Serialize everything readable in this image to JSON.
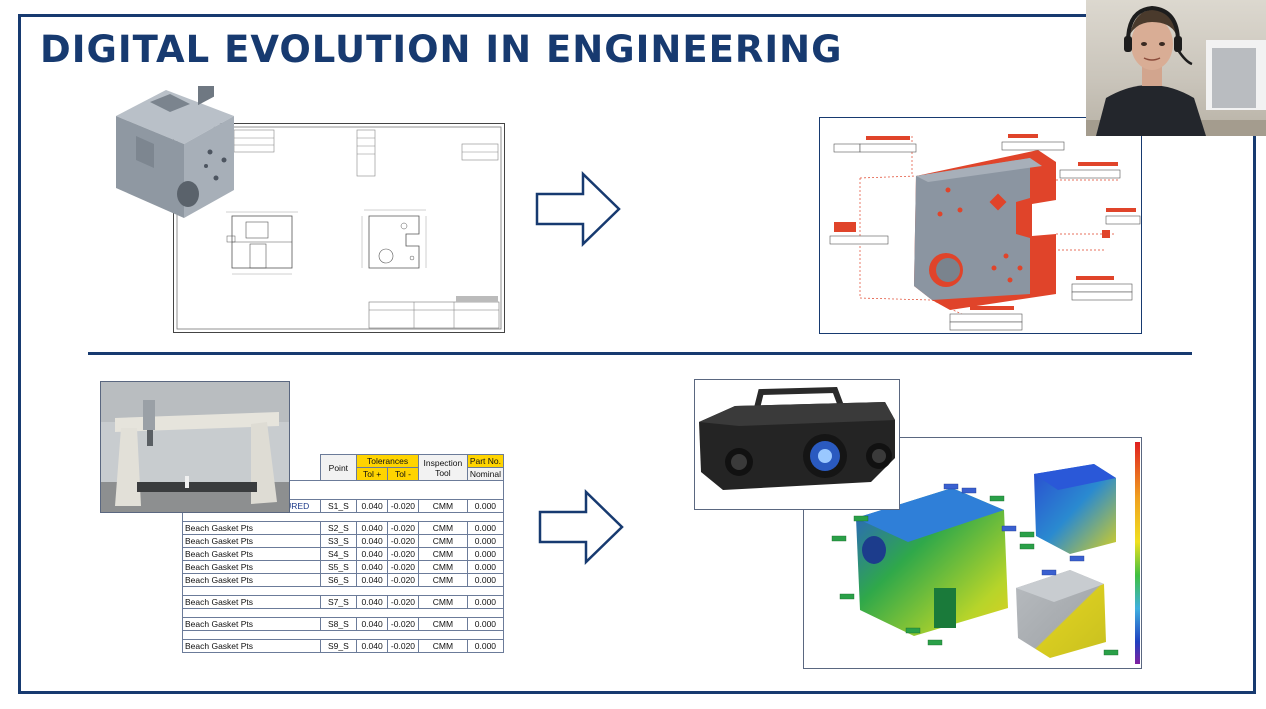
{
  "slide": {
    "title": "DIGITAL EVOLUTION IN ENGINEERING"
  },
  "table": {
    "headers": {
      "point": "Point",
      "tolerances": "Tolerances",
      "tol_plus": "Tol +",
      "tol_minus": "Tol -",
      "inspection_tool": "Inspection Tool",
      "part_no": "Part No.",
      "nominal": "Nominal"
    },
    "rows": [
      {
        "label": "SURFACE POINTS - FIXTURED",
        "point": "S1_S",
        "tol_plus": "0.040",
        "tol_minus": "-0.020",
        "tool": "CMM",
        "nominal": "0.000"
      },
      {
        "label": "Beach Gasket Pts",
        "point": "S2_S",
        "tol_plus": "0.040",
        "tol_minus": "-0.020",
        "tool": "CMM",
        "nominal": "0.000"
      },
      {
        "label": "Beach Gasket Pts",
        "point": "S3_S",
        "tol_plus": "0.040",
        "tol_minus": "-0.020",
        "tool": "CMM",
        "nominal": "0.000"
      },
      {
        "label": "Beach Gasket Pts",
        "point": "S4_S",
        "tol_plus": "0.040",
        "tol_minus": "-0.020",
        "tool": "CMM",
        "nominal": "0.000"
      },
      {
        "label": "Beach Gasket Pts",
        "point": "S5_S",
        "tol_plus": "0.040",
        "tol_minus": "-0.020",
        "tool": "CMM",
        "nominal": "0.000"
      },
      {
        "label": "Beach Gasket Pts",
        "point": "S6_S",
        "tol_plus": "0.040",
        "tol_minus": "-0.020",
        "tool": "CMM",
        "nominal": "0.000"
      },
      {
        "label": "Beach Gasket Pts",
        "point": "S7_S",
        "tol_plus": "0.040",
        "tol_minus": "-0.020",
        "tool": "CMM",
        "nominal": "0.000"
      },
      {
        "label": "Beach Gasket Pts",
        "point": "S8_S",
        "tol_plus": "0.040",
        "tol_minus": "-0.020",
        "tool": "CMM",
        "nominal": "0.000"
      },
      {
        "label": "Beach Gasket Pts",
        "point": "S9_S",
        "tol_plus": "0.040",
        "tol_minus": "-0.020",
        "tool": "CMM",
        "nominal": "0.000"
      }
    ]
  },
  "colors": {
    "brand_navy": "#173a70",
    "part_grey": "#9aa3ad",
    "gdt_red": "#e0442a",
    "header_yellow": "#ffd400"
  }
}
